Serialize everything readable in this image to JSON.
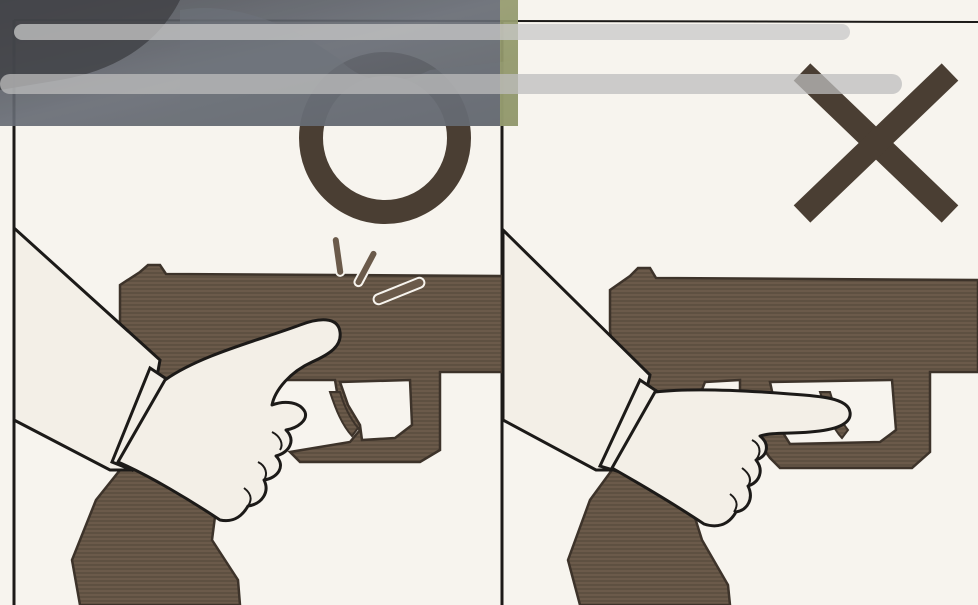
{
  "illustration": {
    "panels": [
      {
        "id": "correct",
        "symbol": "circle-icon",
        "finger_position": "resting-on-frame-above-trigger-guard"
      },
      {
        "id": "incorrect",
        "symbol": "cross-icon",
        "finger_position": "inside-trigger-guard"
      }
    ],
    "colors": {
      "paper": "#f7f4ee",
      "ink": "#1c1a18",
      "pistol": "#6b5a4a",
      "pistol_dark": "#4a3e33",
      "skin": "#f3efe7",
      "photo_overlay": "#3a4048"
    }
  }
}
